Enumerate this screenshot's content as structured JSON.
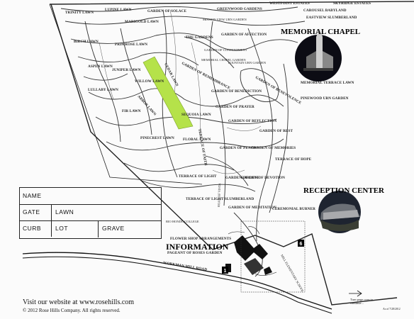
{
  "map": {
    "estates_top": [
      "WESTPOINT ESTATES",
      "SKYRIDGE ESTATES"
    ],
    "areas": {
      "trinity": "TRINITY LAWN",
      "lupine": "LUPINE LAWN",
      "garden_solace": "GARDEN OF SOLACE",
      "greenwood": "GREENWOOD GARDENS",
      "carousel": "CAROUSEL BABYLAND",
      "eastview": "EASTVIEW SLUMBERLAND",
      "mission_view": "MISSION VIEW URN GARDEN",
      "marigold": "MARIGOLD LAWN",
      "the_gardens": "THE GARDENS",
      "affection": "GARDEN OF AFFECTION",
      "birch": "BIRCH LAWN",
      "primrose": "PRIMROSE LAWN",
      "contentment": "GARDEN OF CONTENTMENT",
      "memorial_chapel_garden": "MEMORIAL CHAPEL GARDEN",
      "fountain_urn": "FOUNTAIN URN GARDEN",
      "aspen": "ASPEN LAWN",
      "juniper": "JUNIPER LAWN",
      "cedar": "CEDAR LAWN",
      "remembrance": "GARDEN OF REMEMBRANCE",
      "benevolence": "GARDEN OF BENEVOLENCE",
      "lullaby": "LULLABY LAWN",
      "willow": "WILLOW LAWN",
      "memorial_terrace": "MEMORIAL TERRACE LAWN",
      "benediction": "GARDEN OF BENEDICTION",
      "arbor": "ARBOR LAWN",
      "pinewood": "PINEWOOD URN GARDEN",
      "fir": "FIR LAWN",
      "prayer": "GARDEN OF PRAYER",
      "sequoia": "SEQUOIA LAWN",
      "reflection": "GARDEN OF REFLECTION",
      "terrace_faith": "TERRACE OF FAITH",
      "rest": "GARDEN OF REST",
      "pinecrest": "PINECREST LAWN",
      "floral": "FLORAL LAWN",
      "peace": "GARDEN OF PEACE",
      "memories": "GARDEN OF MEMORIES",
      "terrace_hope": "TERRACE OF HOPE",
      "terrace_light": "TERRACE OF LIGHT",
      "love": "GARDEN OF LOVE",
      "devotion": "GARDEN OF DEVOTION",
      "terrace_slumberland": "TERRACE OF LIGHT SLUMBERLAND",
      "meditation": "GARDEN OF MEDITATION",
      "road_vista": "ROAD OF VISTA",
      "ceremonial_burner": "CEREMONIAL BURNER",
      "rio_hondo": "RIO HONDO COLLEGE",
      "flower_shop": "FLOWER SHOP ARRANGEMENTS",
      "pageant": "PAGEANT OF ROSES GARDEN",
      "mill_elementary": "MILL ELEMENTARY SCHOOL",
      "workman": "WORKMAN MILL ROAD"
    },
    "memorial_chapel": "MEMORIAL CHAPEL",
    "reception_center": "RECEPTION CENTER",
    "information": "INFORMATION",
    "gate_markers": [
      "1",
      "6"
    ],
    "highlight_color": "#b5e24a"
  },
  "form": {
    "name": "NAME",
    "gate": "GATE",
    "lawn": "LAWN",
    "curb": "CURB",
    "lot": "LOT",
    "grave": "GRAVE"
  },
  "footer": {
    "website": "Visit our website at www.rosehills.com",
    "copyright": "© 2012 Rose Hills Company. All rights reserved.",
    "turn_page": "Turn page over to continue...",
    "date_note": "As of 7/28/2012"
  }
}
